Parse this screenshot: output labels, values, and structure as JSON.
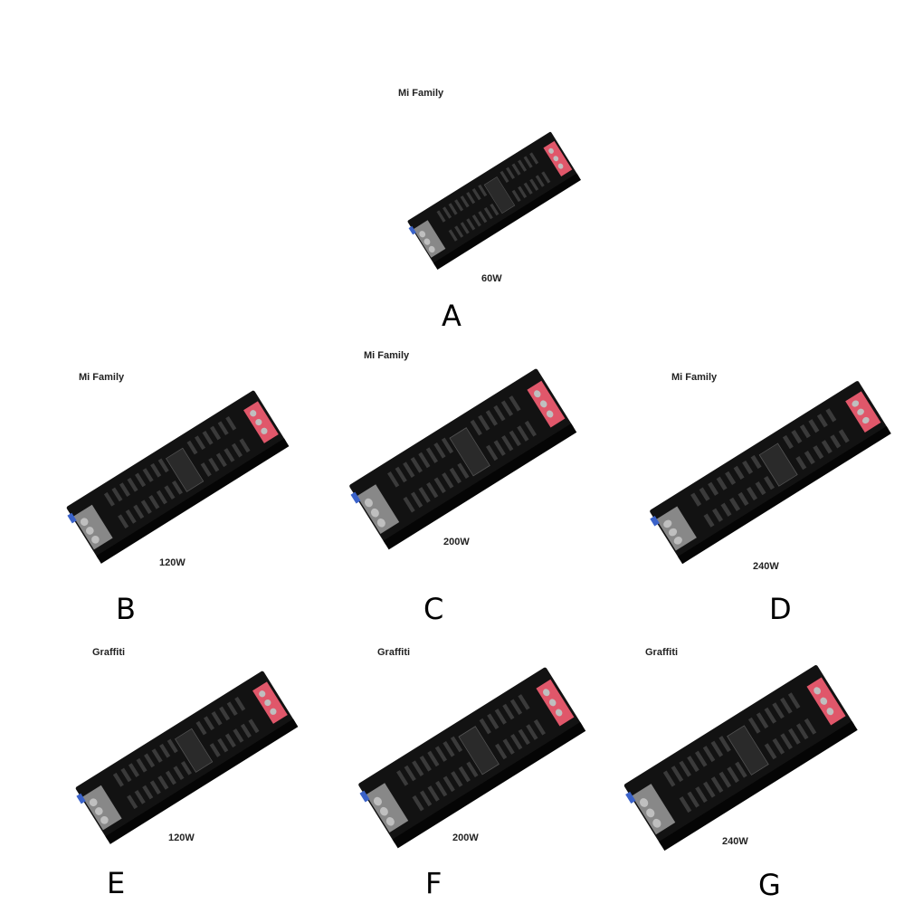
{
  "products": [
    {
      "id": "A",
      "brand": "Mi Family",
      "wattage": "60W",
      "letter": "A"
    },
    {
      "id": "B",
      "brand": "Mi Family",
      "wattage": "120W",
      "letter": "B"
    },
    {
      "id": "C",
      "brand": "Mi Family",
      "wattage": "200W",
      "letter": "C"
    },
    {
      "id": "D",
      "brand": "Mi Family",
      "wattage": "240W",
      "letter": "D"
    },
    {
      "id": "E",
      "brand": "Graffiti",
      "wattage": "120W",
      "letter": "E"
    },
    {
      "id": "F",
      "brand": "Graffiti",
      "wattage": "200W",
      "letter": "F"
    },
    {
      "id": "G",
      "brand": "Graffiti",
      "wattage": "240W",
      "letter": "G"
    }
  ],
  "colors": {
    "body": "#121212",
    "vent": "#3a3a3a",
    "terminal_red": "#e0576a",
    "terminal_blue": "#3a62c9",
    "screw": "#bfbfbf"
  }
}
